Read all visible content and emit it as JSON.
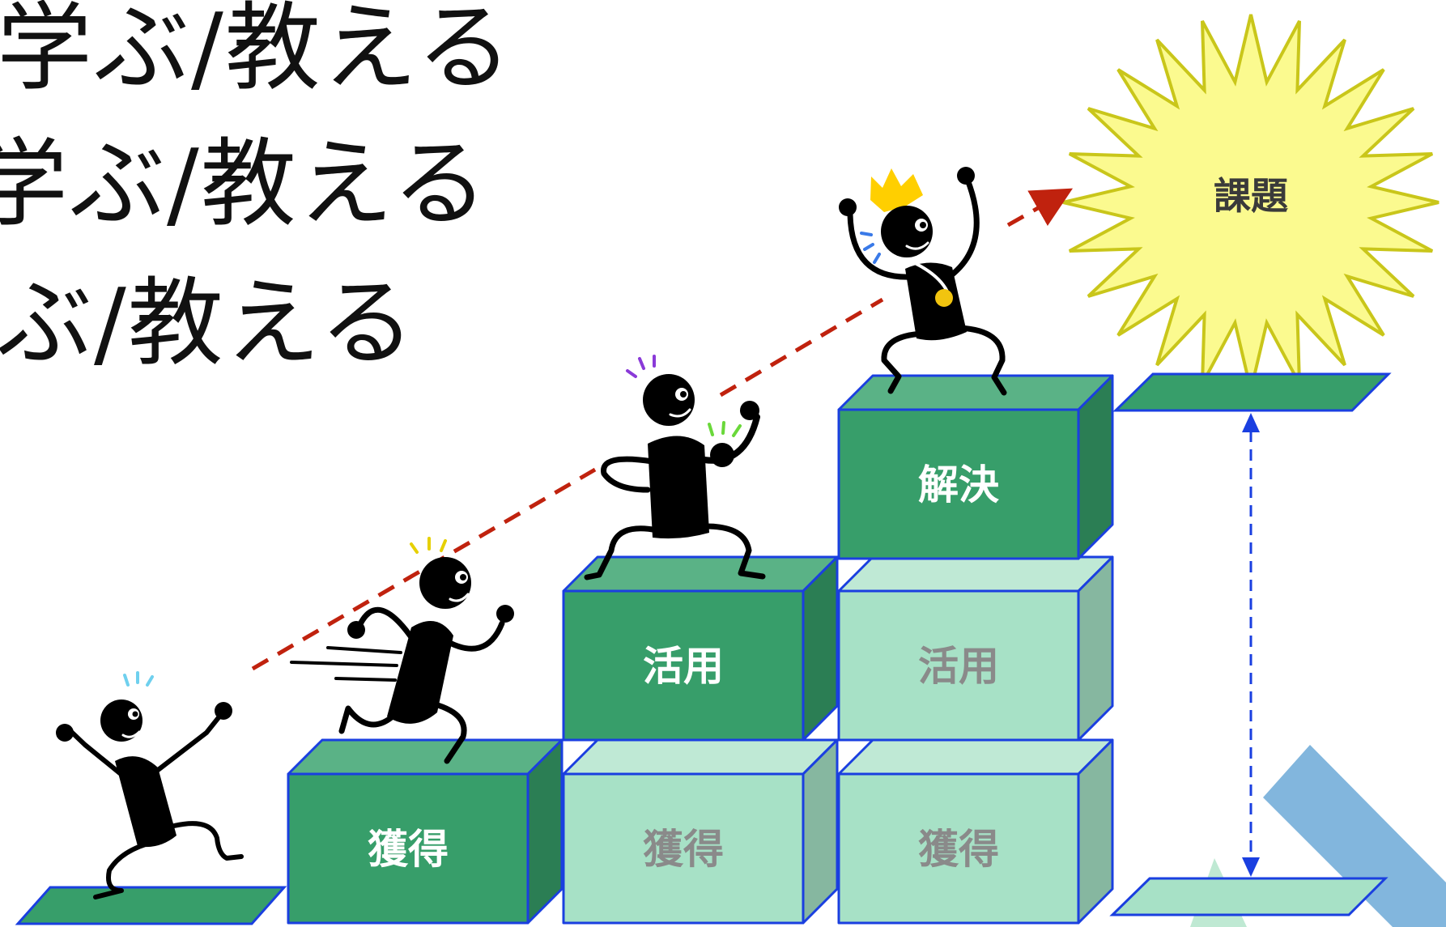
{
  "headings": [
    "学ぶ/教える",
    "学ぶ/教える",
    "ぶ/教える"
  ],
  "goal": {
    "label": "課題"
  },
  "blocks": [
    {
      "label": "獲得",
      "state": "active"
    },
    {
      "label": "獲得",
      "state": "faded"
    },
    {
      "label": "活用",
      "state": "active"
    },
    {
      "label": "獲得",
      "state": "faded"
    },
    {
      "label": "活用",
      "state": "faded"
    },
    {
      "label": "解決",
      "state": "active"
    }
  ],
  "figures": [
    {
      "pose": "pointing",
      "icon": "stick-figure-pointing-icon"
    },
    {
      "pose": "running",
      "icon": "stick-figure-running-icon"
    },
    {
      "pose": "flexing",
      "icon": "stick-figure-flexing-icon"
    },
    {
      "pose": "celebrating-crowned",
      "icon": "stick-figure-crowned-icon"
    }
  ],
  "colors": {
    "active_front": "#379e6a",
    "active_top": "#5ab286",
    "active_side": "#2b7e54",
    "faded_front": "#a7e1c6",
    "faded_top": "#bfe9d5",
    "faded_side": "#86b7a0",
    "block_outline": "#1a3fe0",
    "goal_fill": "#fbfa8f",
    "goal_stroke": "#c9c61a",
    "trajectory": "#c0220e",
    "gap_arrow": "#1a3fe0",
    "deco_blue": "#82b6dd",
    "deco_green": "#bfe9d3"
  }
}
